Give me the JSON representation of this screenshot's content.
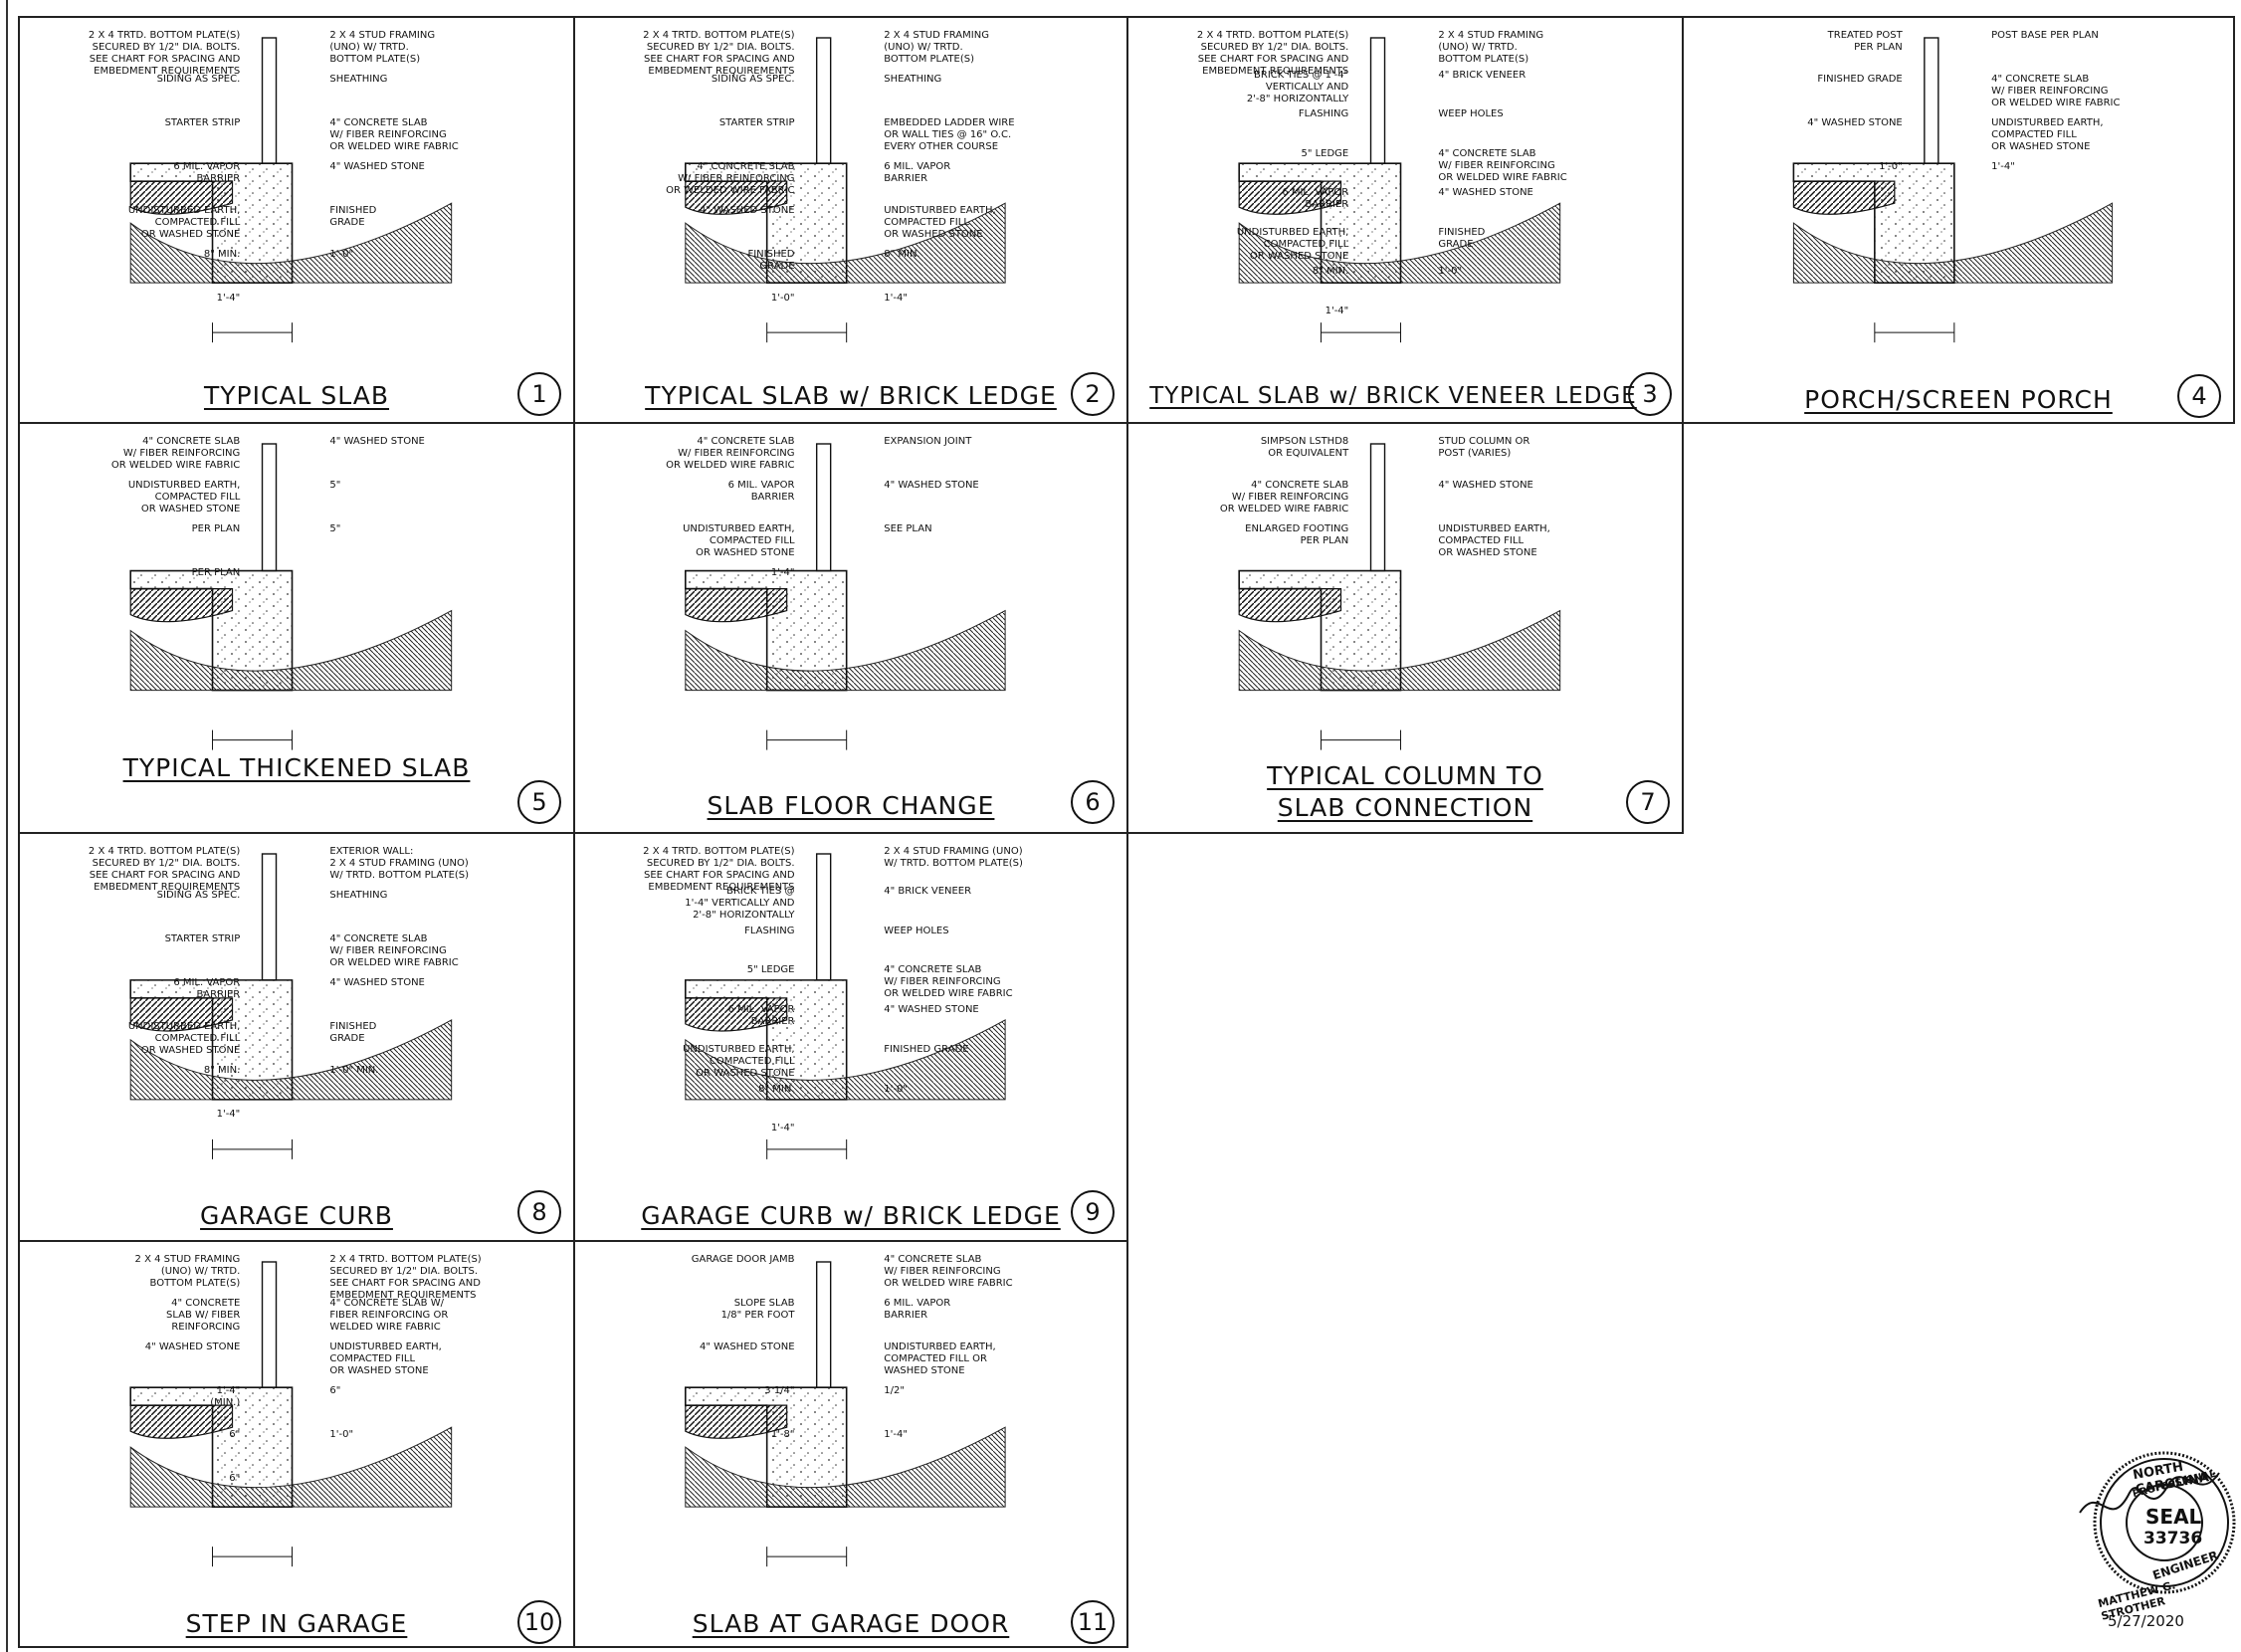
{
  "details": [
    {
      "id": "d1",
      "number": "1",
      "title": "TYPICAL SLAB",
      "notes": [
        "2 x 4 TRTD. BOTTOM PLATE(S)\nSECURED BY 1/2\" DIA. BOLTS.\nSEE CHART FOR SPACING AND\nEMBEDMENT REQUIREMENTS",
        "2 x 4 STUD FRAMING\n(UNO) W/ TRTD.\nBOTTOM PLATE(S)",
        "SIDING AS SPEC.",
        "SHEATHING",
        "STARTER STRIP",
        "4\" CONCRETE SLAB\nW/ FIBER REINFORCING\nOR WELDED WIRE FABRIC",
        "6 MIL. VAPOR\nBARRIER",
        "4\" WASHED STONE",
        "UNDISTURBED EARTH,\nCOMPACTED FILL\nOR WASHED STONE",
        "FINISHED\nGRADE",
        "8\" MIN.",
        "1'-0\"",
        "1'-4\""
      ]
    },
    {
      "id": "d2",
      "number": "2",
      "title": "TYPICAL SLAB w/ BRICK LEDGE",
      "notes": [
        "2 x 4 TRTD. BOTTOM PLATE(S)\nSECURED BY 1/2\" DIA. BOLTS.\nSEE CHART FOR SPACING AND\nEMBEDMENT REQUIREMENTS",
        "2 x 4 STUD FRAMING\n(UNO) W/ TRTD.\nBOTTOM PLATE(S)",
        "SIDING AS SPEC.",
        "SHEATHING",
        "STARTER STRIP",
        "EMBEDDED LADDER WIRE\nOR WALL TIES @ 16\" O.C.\nEVERY OTHER COURSE",
        "4\" CONCRETE SLAB\nW/ FIBER REINFORCING\nOR WELDED WIRE FABRIC",
        "6 MIL. VAPOR\nBARRIER",
        "4\" WASHED STONE",
        "UNDISTURBED EARTH,\nCOMPACTED FILL\nOR WASHED STONE",
        "FINISHED\nGRADE",
        "8\" MIN.",
        "1'-0\"",
        "1'-4\""
      ]
    },
    {
      "id": "d3",
      "number": "3",
      "title": "TYPICAL SLAB w/ BRICK VENEER LEDGE",
      "notes": [
        "2 x 4 TRTD. BOTTOM PLATE(S)\nSECURED BY 1/2\" DIA. BOLTS.\nSEE CHART FOR SPACING AND\nEMBEDMENT REQUIREMENTS",
        "2 x 4 STUD FRAMING\n(UNO) W/ TRTD.\nBOTTOM PLATE(S)",
        "BRICK TIES @ 1'-4\"\nVERTICALLY AND\n2'-8\" HORIZONTALLY",
        "4\" BRICK VENEER",
        "FLASHING",
        "WEEP HOLES",
        "5\" LEDGE",
        "4\" CONCRETE SLAB\nW/ FIBER REINFORCING\nOR WELDED WIRE FABRIC",
        "6 MIL. VAPOR\nBARRIER",
        "4\" WASHED STONE",
        "UNDISTURBED EARTH,\nCOMPACTED FILL\nOR WASHED STONE",
        "FINISHED\nGRADE",
        "8\" MIN.",
        "1'-0\"",
        "1'-4\""
      ]
    },
    {
      "id": "d4",
      "number": "4",
      "title": "PORCH/SCREEN PORCH",
      "notes": [
        "TREATED POST\nPER PLAN",
        "POST BASE PER PLAN",
        "FINISHED GRADE",
        "4\" CONCRETE SLAB\nW/ FIBER REINFORCING\nOR WELDED WIRE FABRIC",
        "4\" WASHED STONE",
        "UNDISTURBED EARTH,\nCOMPACTED FILL\nOR WASHED STONE",
        "1'-0\"",
        "1'-4\""
      ]
    },
    {
      "id": "d5",
      "number": "5",
      "title": "TYPICAL THICKENED SLAB",
      "notes": [
        "4\" CONCRETE SLAB\nW/ FIBER REINFORCING\nOR WELDED WIRE FABRIC",
        "4\" WASHED STONE",
        "UNDISTURBED EARTH,\nCOMPACTED FILL\nOR WASHED STONE",
        "5\"",
        "PER PLAN",
        "5\"",
        "PER PLAN"
      ]
    },
    {
      "id": "d6",
      "number": "6",
      "title": "SLAB FLOOR CHANGE",
      "notes": [
        "4\" CONCRETE SLAB\nW/ FIBER REINFORCING\nOR WELDED WIRE FABRIC",
        "EXPANSION JOINT",
        "6 MIL. VAPOR\nBARRIER",
        "4\" WASHED STONE",
        "UNDISTURBED EARTH,\nCOMPACTED FILL\nOR WASHED STONE",
        "SEE PLAN",
        "1'-4\""
      ]
    },
    {
      "id": "d7",
      "number": "7",
      "title": "TYPICAL COLUMN TO\nSLAB CONNECTION",
      "notes": [
        "SIMPSON LSTHD8\nOR EQUIVALENT",
        "STUD COLUMN OR\nPOST (VARIES)",
        "4\" CONCRETE SLAB\nW/ FIBER REINFORCING\nOR WELDED WIRE FABRIC",
        "4\" WASHED STONE",
        "ENLARGED FOOTING\nPER PLAN",
        "UNDISTURBED EARTH,\nCOMPACTED FILL\nOR WASHED STONE"
      ]
    },
    {
      "id": "d8",
      "number": "8",
      "title": "GARAGE CURB",
      "notes": [
        "2 x 4 TRTD. BOTTOM PLATE(S)\nSECURED BY 1/2\" DIA. BOLTS.\nSEE CHART FOR SPACING AND\nEMBEDMENT REQUIREMENTS",
        "EXTERIOR WALL:\n2 x 4 STUD FRAMING (UNO)\nW/ TRTD. BOTTOM PLATE(S)",
        "SIDING AS SPEC.",
        "SHEATHING",
        "STARTER STRIP",
        "4\" CONCRETE SLAB\nW/ FIBER REINFORCING\nOR WELDED WIRE FABRIC",
        "6 MIL. VAPOR\nBARRIER",
        "4\" WASHED STONE",
        "UNDISTURBED EARTH,\nCOMPACTED FILL\nOR WASHED STONE",
        "FINISHED\nGRADE",
        "8\" MIN.",
        "1'-0\" MIN.",
        "1'-4\""
      ]
    },
    {
      "id": "d9",
      "number": "9",
      "title": "GARAGE CURB w/ BRICK LEDGE",
      "notes": [
        "2 x 4 TRTD. BOTTOM PLATE(S)\nSECURED BY 1/2\" DIA. BOLTS.\nSEE CHART FOR SPACING AND\nEMBEDMENT REQUIREMENTS",
        "2 x 4 STUD FRAMING (UNO)\nW/ TRTD. BOTTOM PLATE(S)",
        "BRICK TIES @\n1'-4\" VERTICALLY AND\n2'-8\" HORIZONTALLY",
        "4\" BRICK VENEER",
        "FLASHING",
        "WEEP HOLES",
        "5\" LEDGE",
        "4\" CONCRETE SLAB\nW/ FIBER REINFORCING\nOR WELDED WIRE FABRIC",
        "6 MIL. VAPOR\nBARRIER",
        "4\" WASHED STONE",
        "UNDISTURBED EARTH,\nCOMPACTED FILL\nOR WASHED STONE",
        "FINISHED GRADE",
        "8\" MIN.",
        "1'-0\"",
        "1'-4\""
      ]
    },
    {
      "id": "d10",
      "number": "10",
      "title": "STEP IN GARAGE",
      "notes": [
        "2 x 4 STUD FRAMING\n(UNO) W/ TRTD.\nBOTTOM PLATE(S)",
        "2 x 4 TRTD. BOTTOM PLATE(S)\nSECURED BY 1/2\" DIA. BOLTS.\nSEE CHART FOR SPACING AND\nEMBEDMENT REQUIREMENTS",
        "4\" CONCRETE\nSLAB W/ FIBER\nREINFORCING",
        "4\" CONCRETE SLAB W/\nFIBER REINFORCING OR\nWELDED WIRE FABRIC",
        "4\" WASHED STONE",
        "UNDISTURBED EARTH,\nCOMPACTED FILL\nOR WASHED STONE",
        "1'-4\"\n(MIN.)",
        "6\"",
        "6\"",
        "1'-0\"",
        "6\""
      ]
    },
    {
      "id": "d11",
      "number": "11",
      "title": "SLAB AT GARAGE DOOR",
      "notes": [
        "GARAGE DOOR JAMB",
        "4\" CONCRETE SLAB\nW/ FIBER REINFORCING\nOR WELDED WIRE FABRIC",
        "SLOPE SLAB\n1/8\" PER FOOT",
        "6 MIL. VAPOR\nBARRIER",
        "4\" WASHED STONE",
        "UNDISTURBED EARTH,\nCOMPACTED FILL OR\nWASHED STONE",
        "3 1/4\"",
        "1/2\"",
        "1'-8\"",
        "1'-4\""
      ]
    }
  ],
  "seal": {
    "state": "NORTH CAROLINA",
    "profession": "PROFESSIONAL",
    "label": "SEAL",
    "number": "33736",
    "role": "ENGINEER",
    "name": "MATTHEW G. STROTHER",
    "date": "5/27/2020"
  }
}
